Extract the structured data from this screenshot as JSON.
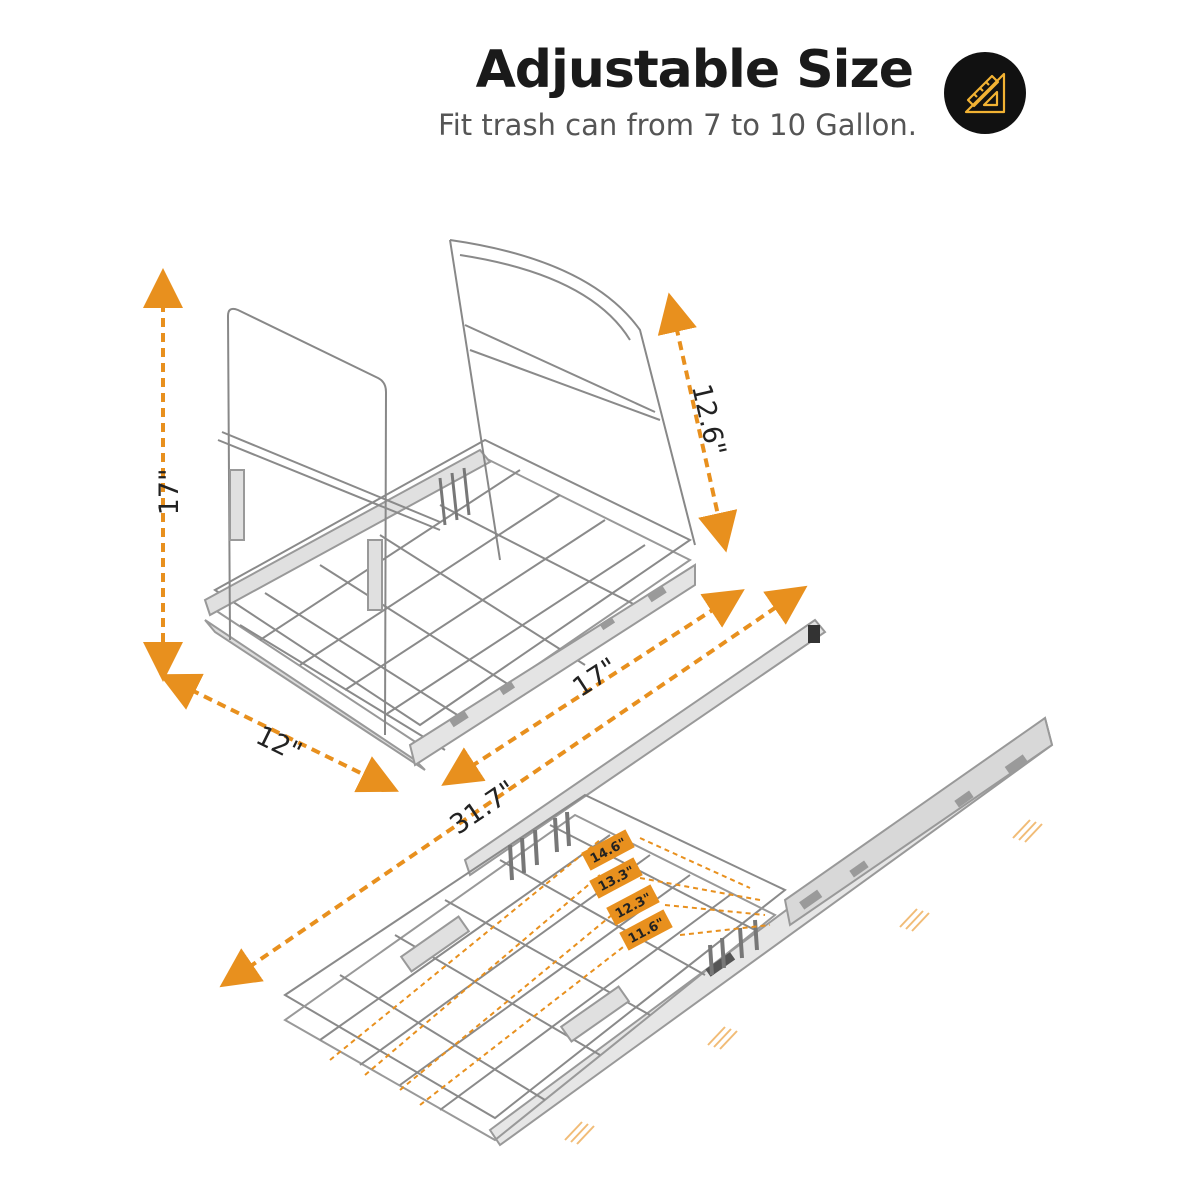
{
  "header": {
    "title": "Adjustable Size",
    "subtitle": "Fit trash can from 7 to 10 Gallon."
  },
  "badge": {
    "icon": "ruler-triangle-icon"
  },
  "dimensions": {
    "height": "17\"",
    "frame_height": "12.6\"",
    "width": "12\"",
    "depth": "17\"",
    "extended_length": "31.7\""
  },
  "adjust_widths": [
    "14.6\"",
    "13.3\"",
    "12.3\"",
    "11.6\""
  ],
  "colors": {
    "accent": "#e8901e",
    "wire": "#8a8a8a",
    "rail": "#c9c9c9",
    "badge": "#111111",
    "badge_icon": "#f2b233"
  }
}
